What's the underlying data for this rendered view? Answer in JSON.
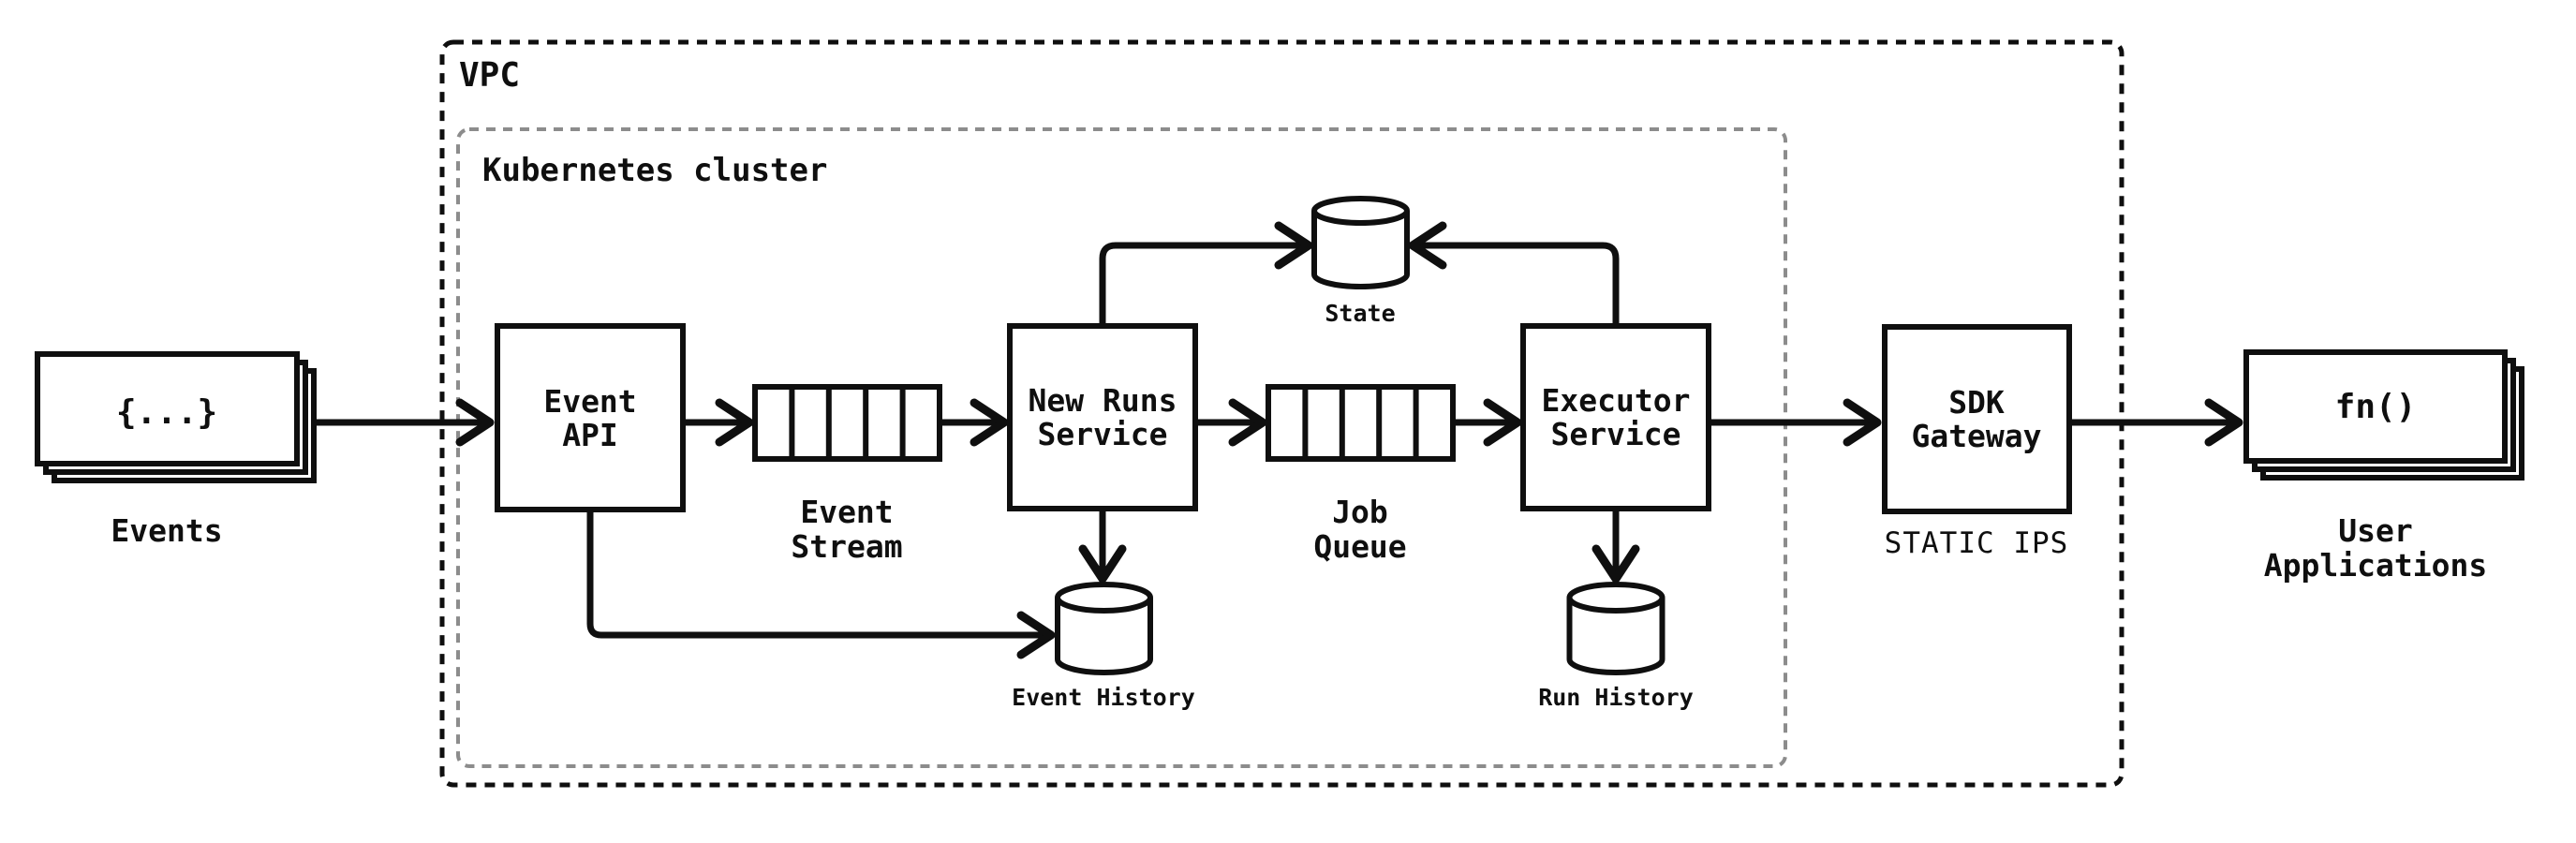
{
  "diagram": {
    "colors": {
      "ink": "#0f0f0f",
      "cluster_border": "#8c8c8c",
      "background": "#ffffff"
    },
    "containers": {
      "vpc": {
        "label": "VPC"
      },
      "kubernetes": {
        "label": "Kubernetes cluster"
      }
    },
    "nodes": {
      "events": {
        "glyph": "{...}",
        "label": "Events"
      },
      "event_api": {
        "label_line1": "Event",
        "label_line2": "API"
      },
      "event_stream": {
        "label_line1": "Event",
        "label_line2": "Stream"
      },
      "new_runs_service": {
        "label_line1": "New Runs",
        "label_line2": "Service"
      },
      "job_queue": {
        "label_line1": "Job",
        "label_line2": "Queue"
      },
      "executor_service": {
        "label_line1": "Executor",
        "label_line2": "Service"
      },
      "state_db": {
        "label": "State"
      },
      "event_history_db": {
        "label": "Event History"
      },
      "run_history_db": {
        "label": "Run History"
      },
      "sdk_gateway": {
        "label_line1": "SDK",
        "label_line2": "Gateway",
        "caption": "STATIC IPS"
      },
      "user_applications": {
        "glyph": "fn()",
        "label_line1": "User",
        "label_line2": "Applications"
      }
    }
  }
}
